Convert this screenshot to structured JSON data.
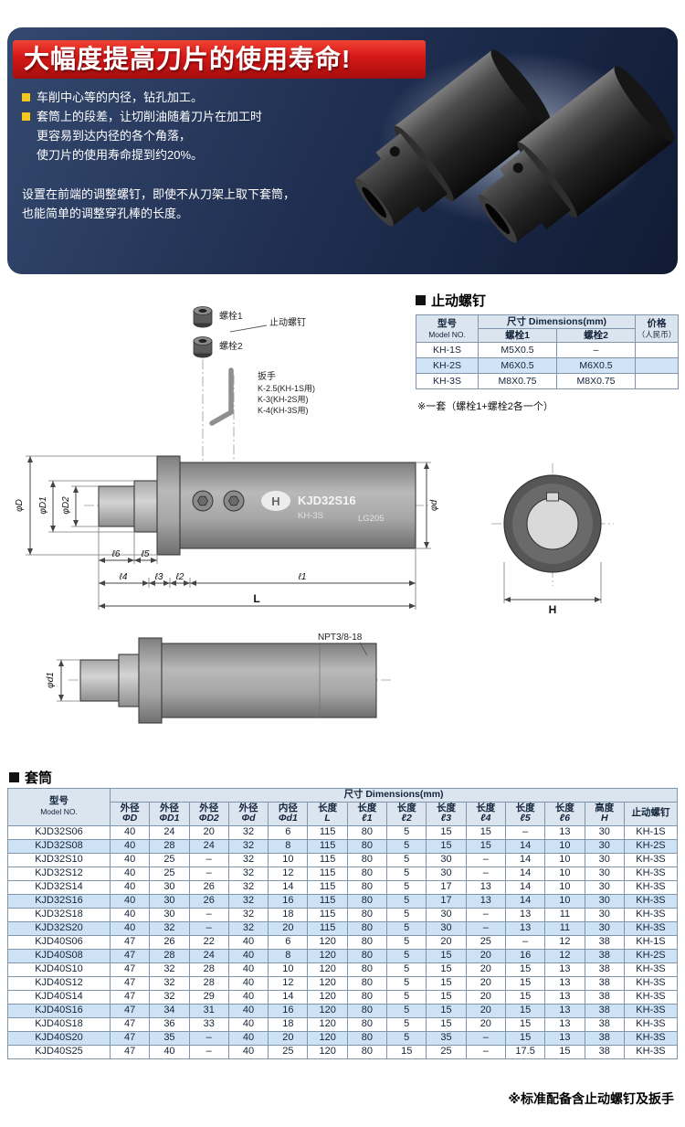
{
  "hero": {
    "title": "大幅度提高刀片的使用寿命!",
    "bullet1": "车削中心等的内径，钻孔加工。",
    "bullet2": "套筒上的段差，让切削油随着刀片在加工时\n更容易到达内径的各个角落，\n使刀片的使用寿命提到约20%。",
    "paragraph": "设置在前端的调整螺钉，即使不从刀架上取下套筒，\n也能简单的调整穿孔棒的长度。"
  },
  "stop_screw": {
    "title": "止动螺钉",
    "table": {
      "model_header": "型号",
      "model_sub": "Model NO.",
      "dims_header": "尺寸 Dimensions(mm)",
      "bolt1_header": "螺栓1",
      "bolt2_header": "螺栓2",
      "price_header": "价格",
      "price_sub": "（人民币）",
      "rows": [
        {
          "highlight": false,
          "cells": [
            "KH-1S",
            "M5X0.5",
            "–",
            ""
          ]
        },
        {
          "highlight": true,
          "cells": [
            "KH-2S",
            "M6X0.5",
            "M6X0.5",
            ""
          ]
        },
        {
          "highlight": false,
          "cells": [
            "KH-3S",
            "M8X0.75",
            "M8X0.75",
            ""
          ]
        }
      ]
    },
    "note": "※一套（螺栓1+螺栓2各一个）"
  },
  "drawing": {
    "bolt1": "螺栓1",
    "bolt2": "螺栓2",
    "stop_screw_label": "止动螺钉",
    "wrench_label": "扳手",
    "wrench_sizes": [
      "K-2.5(KH-1S用)",
      "K-3(KH-2S用)",
      "K-4(KH-3S用)"
    ],
    "body_model": "KJD32S16",
    "body_type": "KH-3S",
    "body_code": "LG205",
    "logo_letter": "H",
    "dim_l1": "ℓ1",
    "dim_l2": "ℓ2",
    "dim_l3": "ℓ3",
    "dim_l4": "ℓ4",
    "dim_l5": "ℓ5",
    "dim_l6": "ℓ6",
    "dim_L": "L",
    "dim_H": "H",
    "dia_D": "φD",
    "dia_D1": "φD1",
    "dia_D2": "φD2",
    "dia_d": "φd",
    "dia_d1": "φd1",
    "thread_label": "NPT3/8-18"
  },
  "sleeve": {
    "title": "套筒",
    "model_header": "型号",
    "model_sub": "Model NO.",
    "dims_header": "尺寸 Dimensions(mm)",
    "columns": [
      {
        "l1": "外径",
        "l2": "ΦD"
      },
      {
        "l1": "外径",
        "l2": "ΦD1"
      },
      {
        "l1": "外径",
        "l2": "ΦD2"
      },
      {
        "l1": "外径",
        "l2": "Φd"
      },
      {
        "l1": "内径",
        "l2": "Φd1"
      },
      {
        "l1": "长度",
        "l2": "L"
      },
      {
        "l1": "长度",
        "l2": "ℓ1"
      },
      {
        "l1": "长度",
        "l2": "ℓ2"
      },
      {
        "l1": "长度",
        "l2": "ℓ3"
      },
      {
        "l1": "长度",
        "l2": "ℓ4"
      },
      {
        "l1": "长度",
        "l2": "ℓ5"
      },
      {
        "l1": "长度",
        "l2": "ℓ6"
      },
      {
        "l1": "高度",
        "l2": "H"
      },
      {
        "l1": "止动螺钉",
        "l2": ""
      }
    ],
    "rows": [
      {
        "highlight": false,
        "cells": [
          "KJD32S06",
          "40",
          "24",
          "20",
          "32",
          "6",
          "115",
          "80",
          "5",
          "15",
          "15",
          "–",
          "13",
          "30",
          "KH-1S"
        ]
      },
      {
        "highlight": true,
        "cells": [
          "KJD32S08",
          "40",
          "28",
          "24",
          "32",
          "8",
          "115",
          "80",
          "5",
          "15",
          "15",
          "14",
          "10",
          "30",
          "KH-2S"
        ]
      },
      {
        "highlight": false,
        "cells": [
          "KJD32S10",
          "40",
          "25",
          "–",
          "32",
          "10",
          "115",
          "80",
          "5",
          "30",
          "–",
          "14",
          "10",
          "30",
          "KH-3S"
        ]
      },
      {
        "highlight": false,
        "cells": [
          "KJD32S12",
          "40",
          "25",
          "–",
          "32",
          "12",
          "115",
          "80",
          "5",
          "30",
          "–",
          "14",
          "10",
          "30",
          "KH-3S"
        ]
      },
      {
        "highlight": false,
        "cells": [
          "KJD32S14",
          "40",
          "30",
          "26",
          "32",
          "14",
          "115",
          "80",
          "5",
          "17",
          "13",
          "14",
          "10",
          "30",
          "KH-3S"
        ]
      },
      {
        "highlight": true,
        "cells": [
          "KJD32S16",
          "40",
          "30",
          "26",
          "32",
          "16",
          "115",
          "80",
          "5",
          "17",
          "13",
          "14",
          "10",
          "30",
          "KH-3S"
        ]
      },
      {
        "highlight": false,
        "cells": [
          "KJD32S18",
          "40",
          "30",
          "–",
          "32",
          "18",
          "115",
          "80",
          "5",
          "30",
          "–",
          "13",
          "11",
          "30",
          "KH-3S"
        ]
      },
      {
        "highlight": true,
        "cells": [
          "KJD32S20",
          "40",
          "32",
          "–",
          "32",
          "20",
          "115",
          "80",
          "5",
          "30",
          "–",
          "13",
          "11",
          "30",
          "KH-3S"
        ]
      },
      {
        "highlight": false,
        "cells": [
          "KJD40S06",
          "47",
          "26",
          "22",
          "40",
          "6",
          "120",
          "80",
          "5",
          "20",
          "25",
          "–",
          "12",
          "38",
          "KH-1S"
        ]
      },
      {
        "highlight": true,
        "cells": [
          "KJD40S08",
          "47",
          "28",
          "24",
          "40",
          "8",
          "120",
          "80",
          "5",
          "15",
          "20",
          "16",
          "12",
          "38",
          "KH-2S"
        ]
      },
      {
        "highlight": false,
        "cells": [
          "KJD40S10",
          "47",
          "32",
          "28",
          "40",
          "10",
          "120",
          "80",
          "5",
          "15",
          "20",
          "15",
          "13",
          "38",
          "KH-3S"
        ]
      },
      {
        "highlight": false,
        "cells": [
          "KJD40S12",
          "47",
          "32",
          "28",
          "40",
          "12",
          "120",
          "80",
          "5",
          "15",
          "20",
          "15",
          "13",
          "38",
          "KH-3S"
        ]
      },
      {
        "highlight": false,
        "cells": [
          "KJD40S14",
          "47",
          "32",
          "29",
          "40",
          "14",
          "120",
          "80",
          "5",
          "15",
          "20",
          "15",
          "13",
          "38",
          "KH-3S"
        ]
      },
      {
        "highlight": true,
        "cells": [
          "KJD40S16",
          "47",
          "34",
          "31",
          "40",
          "16",
          "120",
          "80",
          "5",
          "15",
          "20",
          "15",
          "13",
          "38",
          "KH-3S"
        ]
      },
      {
        "highlight": false,
        "cells": [
          "KJD40S18",
          "47",
          "36",
          "33",
          "40",
          "18",
          "120",
          "80",
          "5",
          "15",
          "20",
          "15",
          "13",
          "38",
          "KH-3S"
        ]
      },
      {
        "highlight": true,
        "cells": [
          "KJD40S20",
          "47",
          "35",
          "–",
          "40",
          "20",
          "120",
          "80",
          "5",
          "35",
          "–",
          "15",
          "13",
          "38",
          "KH-3S"
        ]
      },
      {
        "highlight": false,
        "cells": [
          "KJD40S25",
          "47",
          "40",
          "–",
          "40",
          "25",
          "120",
          "80",
          "15",
          "25",
          "–",
          "17.5",
          "15",
          "38",
          "KH-3S"
        ]
      }
    ]
  },
  "footer_note": "※标准配备含止动螺钉及扳手"
}
